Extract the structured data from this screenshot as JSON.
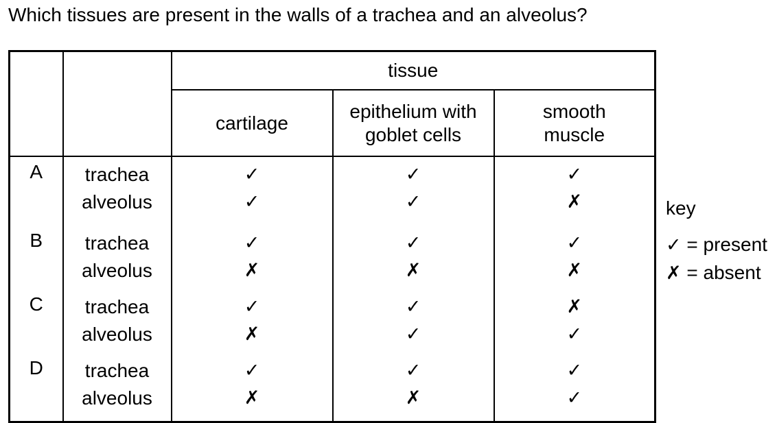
{
  "question": "Which tissues are present in the walls of a trachea and an alveolus?",
  "table": {
    "group_header": "tissue",
    "columns": [
      "cartilage",
      "epithelium with goblet cells",
      "smooth muscle"
    ],
    "rows": [
      {
        "option": "A",
        "entries": [
          {
            "organ": "trachea",
            "marks": [
              "✓",
              "✓",
              "✓"
            ]
          },
          {
            "organ": "alveolus",
            "marks": [
              "✓",
              "✓",
              "✗"
            ]
          }
        ]
      },
      {
        "option": "B",
        "entries": [
          {
            "organ": "trachea",
            "marks": [
              "✓",
              "✓",
              "✓"
            ]
          },
          {
            "organ": "alveolus",
            "marks": [
              "✗",
              "✗",
              "✗"
            ]
          }
        ]
      },
      {
        "option": "C",
        "entries": [
          {
            "organ": "trachea",
            "marks": [
              "✓",
              "✓",
              "✗"
            ]
          },
          {
            "organ": "alveolus",
            "marks": [
              "✗",
              "✓",
              "✓"
            ]
          }
        ]
      },
      {
        "option": "D",
        "entries": [
          {
            "organ": "trachea",
            "marks": [
              "✓",
              "✓",
              "✓"
            ]
          },
          {
            "organ": "alveolus",
            "marks": [
              "✗",
              "✗",
              "✓"
            ]
          }
        ]
      }
    ]
  },
  "key": {
    "title": "key",
    "present_symbol": "✓",
    "present_label": "= present",
    "absent_symbol": "✗",
    "absent_label": "= absent"
  }
}
